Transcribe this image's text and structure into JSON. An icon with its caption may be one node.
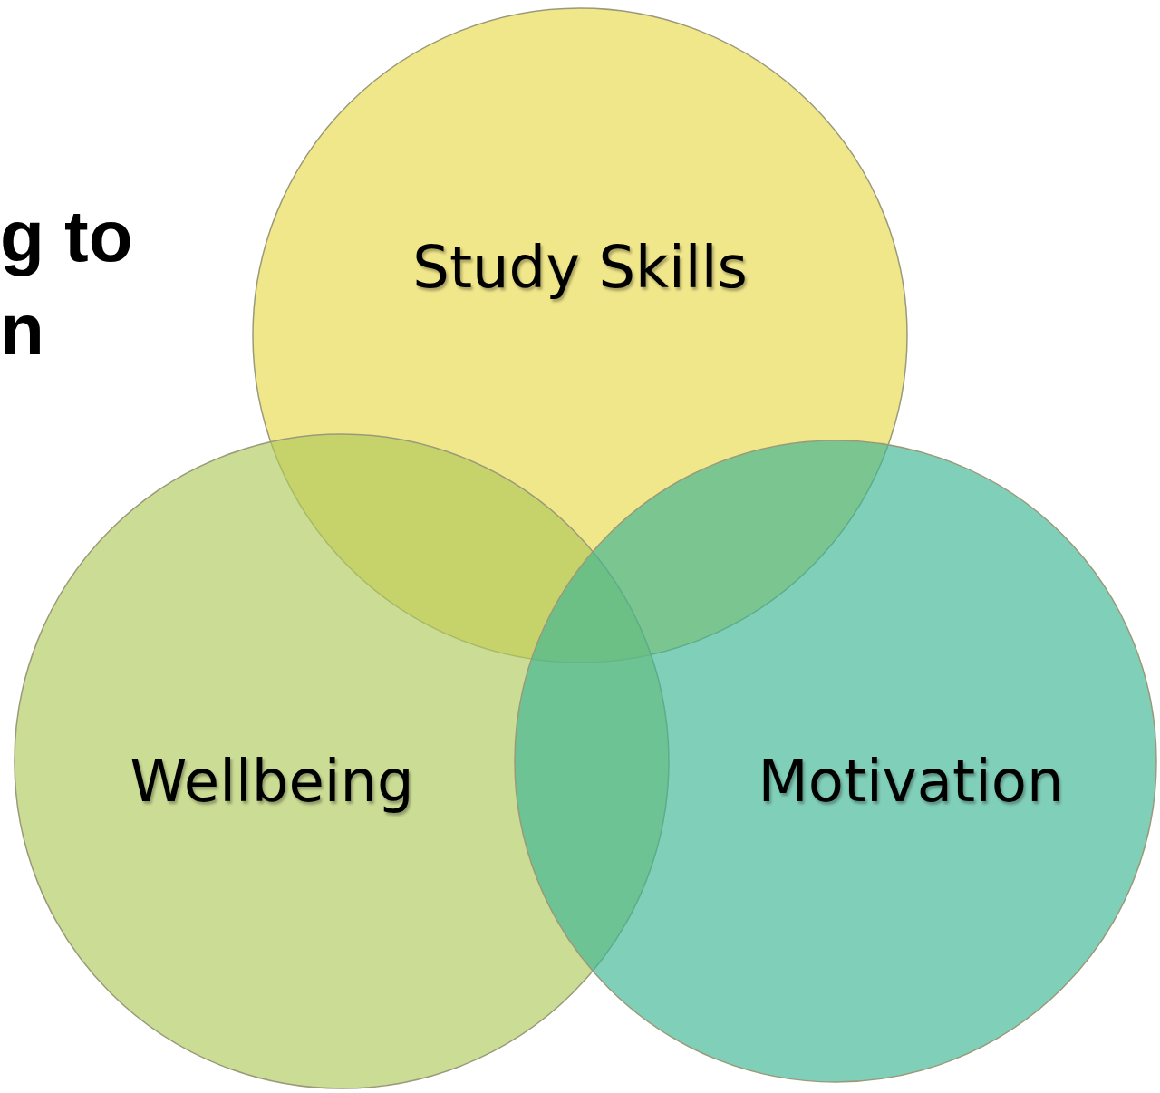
{
  "diagram": {
    "nodes": [
      {
        "text": [
          "Study Skills"
        ]
      },
      {
        "text": [
          "Wellbeing"
        ]
      },
      {
        "text": [
          "Motivation"
        ]
      }
    ],
    "labels": [
      "g to",
      "n"
    ]
  }
}
